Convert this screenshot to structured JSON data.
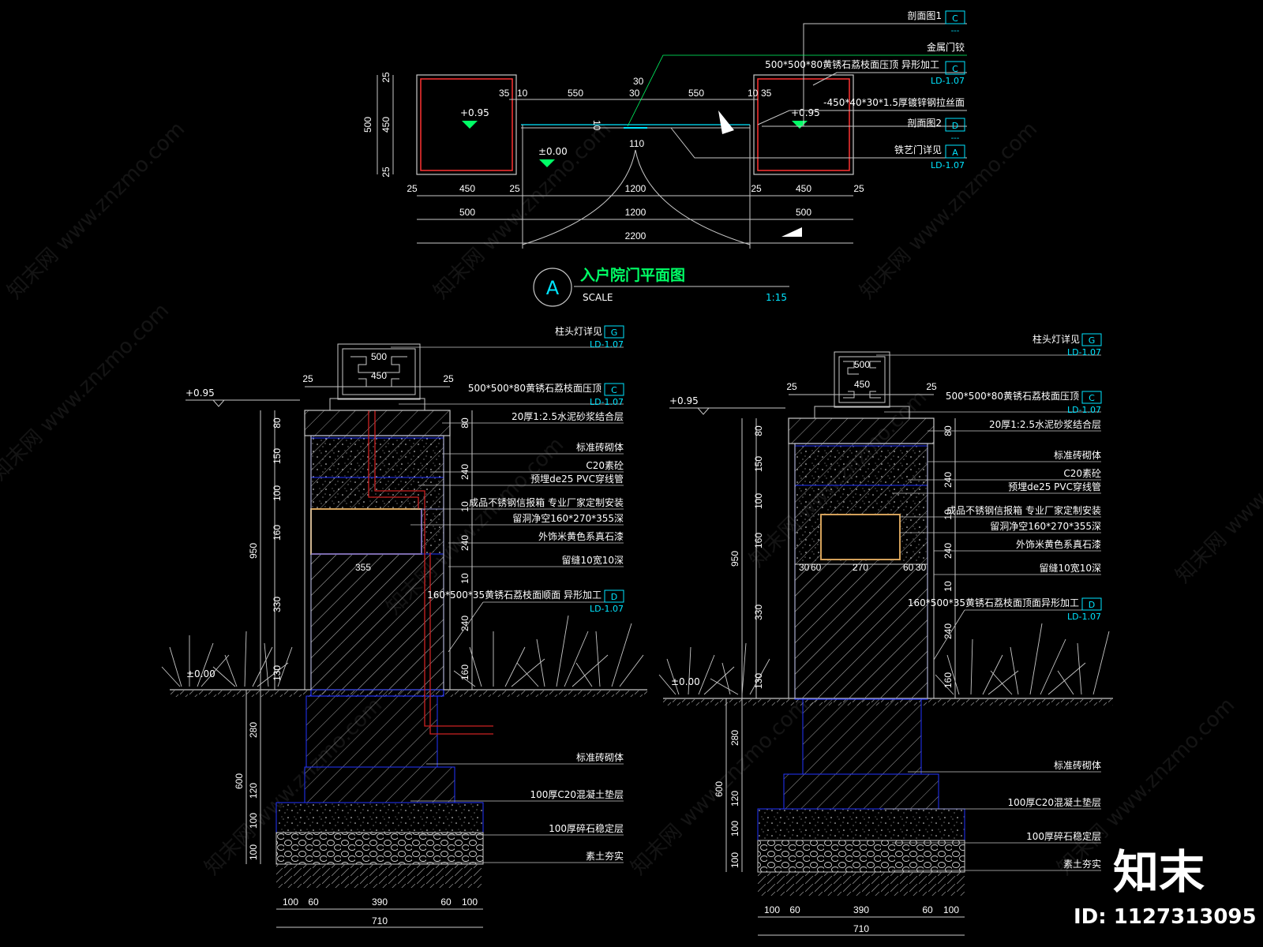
{
  "plan": {
    "title": "入户院门平面图",
    "badge": "A",
    "scale_label": "SCALE",
    "scale_value": "1:15",
    "elev_left": "+0.95",
    "elev_right": "+0.95",
    "elev_mid": "±0.00",
    "callouts": [
      {
        "text": "剖面图1",
        "tag": "C",
        "ref": "---"
      },
      {
        "text": "金属门铰",
        "tag": "",
        "ref": ""
      },
      {
        "text": "500*500*80黄锈石荔枝面压顶 异形加工",
        "tag": "C",
        "ref": "LD-1.07"
      },
      {
        "text": "-450*40*30*1.5厚镀锌钢拉丝面",
        "tag": "",
        "ref": ""
      },
      {
        "text": "剖面图2",
        "tag": "D",
        "ref": "---"
      },
      {
        "text": "铁艺门详见",
        "tag": "A",
        "ref": "LD-1.07"
      }
    ],
    "dims_top": [
      "35",
      "10",
      "550",
      "30",
      "30",
      "550",
      "10",
      "35"
    ],
    "dims_mid_labels": [
      "10",
      "110"
    ],
    "dims_left": [
      "500",
      "25",
      "450",
      "25"
    ],
    "dims_row1": [
      "25",
      "450",
      "25",
      "1200",
      "25",
      "450",
      "25"
    ],
    "dims_row2": [
      "500",
      "1200",
      "500"
    ],
    "dims_row3": [
      "2200"
    ]
  },
  "section_left": {
    "elev_top": "+0.95",
    "elev_ground": "±0.00",
    "lamp_dims": [
      "500",
      "450",
      "25",
      "25"
    ],
    "v_dims_left": [
      "80",
      "150",
      "100",
      "160",
      "330",
      "950",
      "130",
      "280",
      "120",
      "600",
      "100",
      "100"
    ],
    "v_dims_right": [
      "80",
      "240",
      "10",
      "240",
      "10",
      "240",
      "160"
    ],
    "width_355": "355",
    "bottom_dims": [
      "100",
      "60",
      "390",
      "60",
      "100"
    ],
    "bottom_total": "710",
    "labels": [
      {
        "text": "柱头灯详见",
        "tag": "G",
        "ref": "LD-1.07"
      },
      {
        "text": "500*500*80黄锈石荔枝面压顶",
        "tag": "C",
        "ref": "LD-1.07"
      },
      {
        "text": "20厚1:2.5水泥砂浆结合层",
        "tag": "",
        "ref": ""
      },
      {
        "text": "标准砖砌体",
        "tag": "",
        "ref": ""
      },
      {
        "text": "C20素砼",
        "tag": "",
        "ref": ""
      },
      {
        "text": "预埋de25 PVC穿线管",
        "tag": "",
        "ref": ""
      },
      {
        "text": "成品不锈钢信报箱 专业厂家定制安装",
        "tag": "",
        "ref": ""
      },
      {
        "text": "留洞净空160*270*355深",
        "tag": "",
        "ref": ""
      },
      {
        "text": "外饰米黄色系真石漆",
        "tag": "",
        "ref": ""
      },
      {
        "text": "留缝10宽10深",
        "tag": "",
        "ref": ""
      },
      {
        "text": "160*500*35黄锈石荔枝面顺面 异形加工",
        "tag": "D",
        "ref": "LD-1.07"
      },
      {
        "text": "标准砖砌体",
        "tag": "",
        "ref": ""
      },
      {
        "text": "100厚C20混凝土垫层",
        "tag": "",
        "ref": ""
      },
      {
        "text": "100厚碎石稳定层",
        "tag": "",
        "ref": ""
      },
      {
        "text": "素土夯实",
        "tag": "",
        "ref": ""
      }
    ]
  },
  "section_right": {
    "elev_top": "+0.95",
    "elev_ground": "±0.00",
    "lamp_dims": [
      "500",
      "450",
      "25",
      "25"
    ],
    "v_dims_left": [
      "80",
      "150",
      "100",
      "160",
      "330",
      "950",
      "130",
      "280",
      "120",
      "600",
      "100",
      "100"
    ],
    "v_dims_right": [
      "80",
      "240",
      "10",
      "240",
      "10",
      "240",
      "160"
    ],
    "box_dims": [
      "30",
      "60",
      "270",
      "60",
      "30"
    ],
    "bottom_dims": [
      "100",
      "60",
      "390",
      "60",
      "100"
    ],
    "bottom_total": "710",
    "labels": [
      {
        "text": "柱头灯详见",
        "tag": "G",
        "ref": "LD-1.07"
      },
      {
        "text": "500*500*80黄锈石荔枝面压顶",
        "tag": "C",
        "ref": "LD-1.07"
      },
      {
        "text": "20厚1:2.5水泥砂浆结合层",
        "tag": "",
        "ref": ""
      },
      {
        "text": "标准砖砌体",
        "tag": "",
        "ref": ""
      },
      {
        "text": "C20素砼",
        "tag": "",
        "ref": ""
      },
      {
        "text": "预埋de25 PVC穿线管",
        "tag": "",
        "ref": ""
      },
      {
        "text": "成品不锈钢信报箱 专业厂家定制安装",
        "tag": "",
        "ref": ""
      },
      {
        "text": "留洞净空160*270*355深",
        "tag": "",
        "ref": ""
      },
      {
        "text": "外饰米黄色系真石漆",
        "tag": "",
        "ref": ""
      },
      {
        "text": "留缝10宽10深",
        "tag": "",
        "ref": ""
      },
      {
        "text": "160*500*35黄锈石荔枝面顶面异形加工",
        "tag": "D",
        "ref": "LD-1.07"
      },
      {
        "text": "标准砖砌体",
        "tag": "",
        "ref": ""
      },
      {
        "text": "100厚C20混凝土垫层",
        "tag": "",
        "ref": ""
      },
      {
        "text": "100厚碎石稳定层",
        "tag": "",
        "ref": ""
      },
      {
        "text": "素土夯实",
        "tag": "",
        "ref": ""
      }
    ]
  },
  "watermark": "知末网 www.znzmo.com",
  "brand": {
    "logo": "知末",
    "id": "ID: 1127313095"
  },
  "colors": {
    "background": "#000000",
    "wall": "#ff3333",
    "title": "#00ff66",
    "tag": "#00e5ff",
    "concrete": "#2233ff",
    "pipe": "#cc2222"
  }
}
